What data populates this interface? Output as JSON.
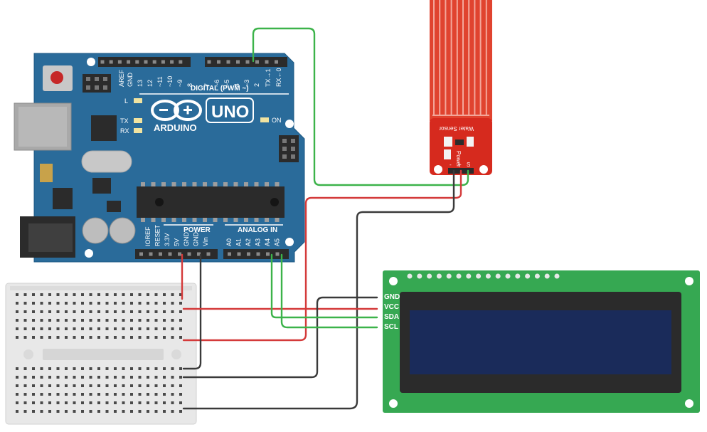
{
  "arduino": {
    "brand": "ARDUINO",
    "model": "UNO",
    "digital_header": "DIGITAL (PWM ~)",
    "power_header": "POWER",
    "analog_header": "ANALOG IN",
    "led_l": "L",
    "led_tx": "TX",
    "led_rx": "RX",
    "led_on": "ON",
    "digital_pins": [
      "AREF",
      "GND",
      "13",
      "12",
      "~11",
      "~10",
      "~9",
      "8",
      "7",
      "~6",
      "~5",
      "4",
      "~3",
      "2",
      "TX→1",
      "RX←0"
    ],
    "power_pins": [
      "IOREF",
      "RESET",
      "3.3V",
      "5V",
      "GND",
      "GND",
      "Vin"
    ],
    "analog_pins": [
      "A0",
      "A1",
      "A2",
      "A3",
      "A4",
      "A5"
    ]
  },
  "sensor": {
    "title": "Water Sensor",
    "pins": [
      "-",
      "+",
      "S"
    ],
    "power_label": "Power"
  },
  "lcd": {
    "pins": [
      "GND",
      "VCC",
      "SDA",
      "SCL"
    ]
  },
  "colors": {
    "arduino_board": "#2a6b9a",
    "wire_red": "#d43a3a",
    "wire_green": "#3cb34a",
    "wire_black": "#3a3a3a",
    "sensor_board": "#d62a1e",
    "lcd_board": "#36a852",
    "lcd_screen": "#1a2b5a"
  }
}
